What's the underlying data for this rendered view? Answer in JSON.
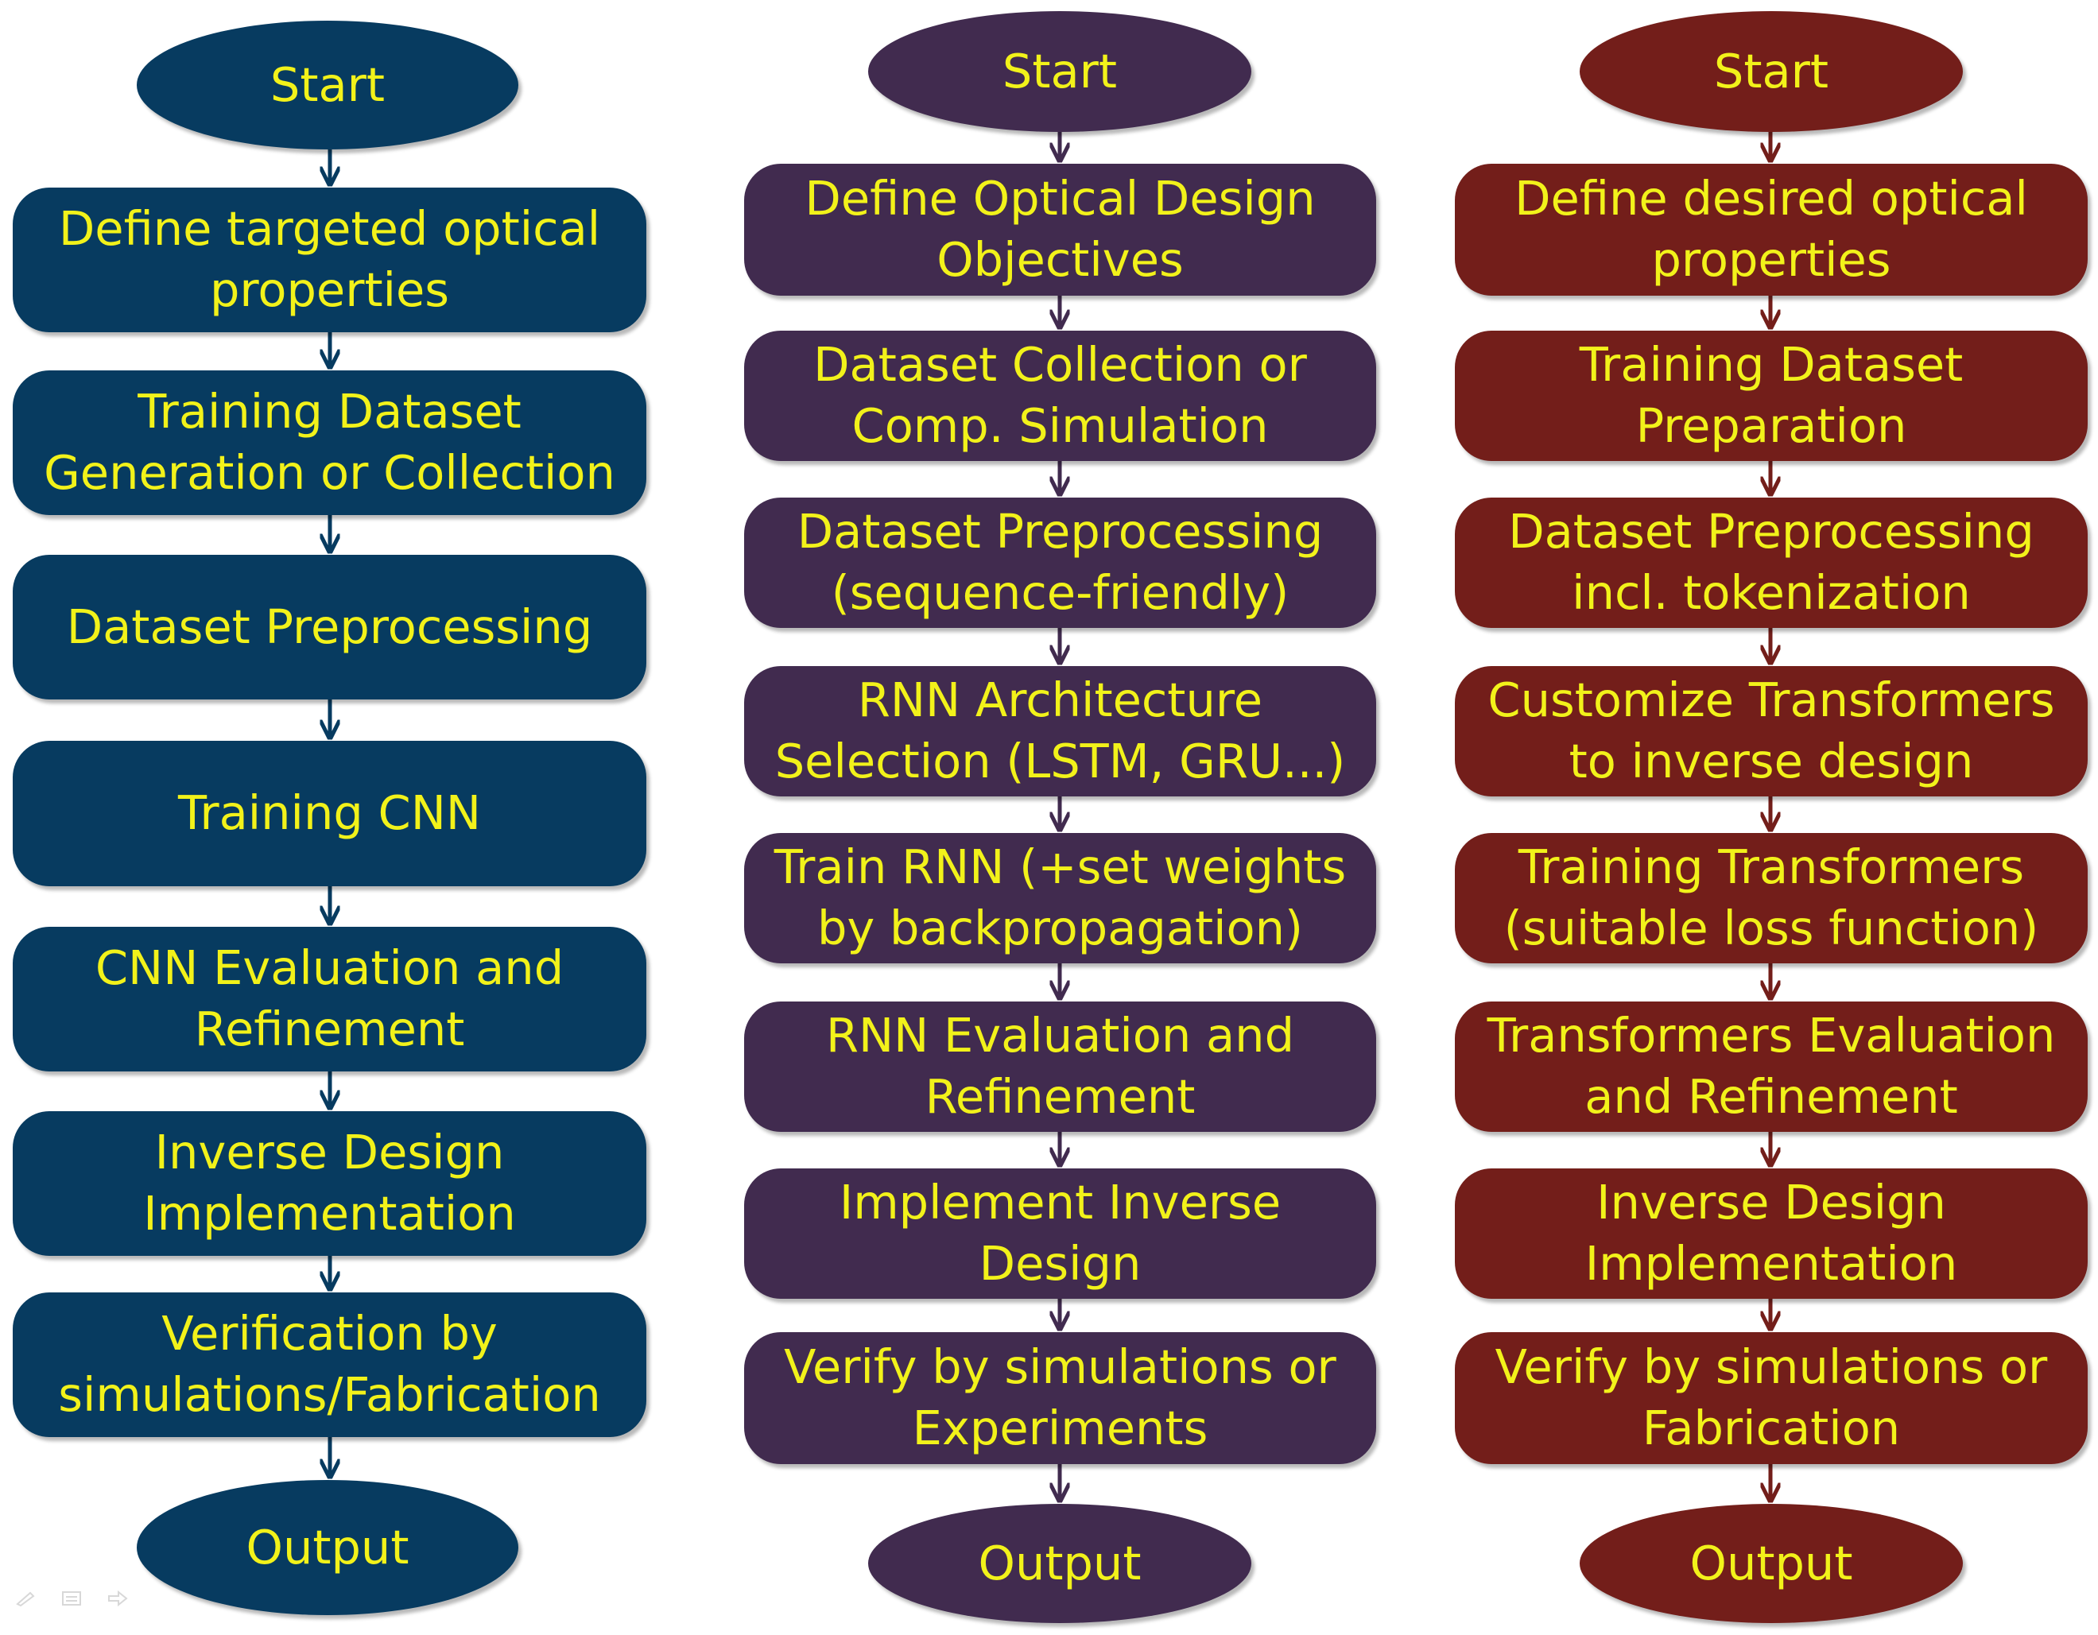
{
  "flows": [
    {
      "id": "cnn",
      "color": "#073b60",
      "start": "Start",
      "steps": [
        "Define targeted optical\nproperties",
        "Training Dataset\nGeneration or Collection",
        "Dataset Preprocessing",
        "Training CNN",
        "CNN Evaluation and\nRefinement",
        "Inverse Design\nImplementation",
        "Verification by\nsimulations/Fabrication"
      ],
      "end": "Output"
    },
    {
      "id": "rnn",
      "color": "#412b4f",
      "start": "Start",
      "steps": [
        "Define Optical Design\nObjectives",
        "Dataset Collection or\nComp. Simulation",
        "Dataset Preprocessing\n(sequence-friendly)",
        "RNN Architecture\nSelection (LSTM, GRU...)",
        "Train RNN (+set weights\nby backpropagation)",
        "RNN Evaluation and\nRefinement",
        "Implement Inverse\nDesign",
        "Verify by simulations or\nExperiments"
      ],
      "end": "Output"
    },
    {
      "id": "transformer",
      "color": "#731e1a",
      "start": "Start",
      "steps": [
        "Define desired optical\nproperties",
        "Training Dataset\nPreparation",
        "Dataset Preprocessing\nincl. tokenization",
        "Customize Transformers\nto inverse design",
        "Training Transformers\n(suitable loss function)",
        "Transformers Evaluation\nand Refinement",
        "Inverse Design\nImplementation",
        "Verify by simulations or\nFabrication"
      ],
      "end": "Output"
    }
  ]
}
